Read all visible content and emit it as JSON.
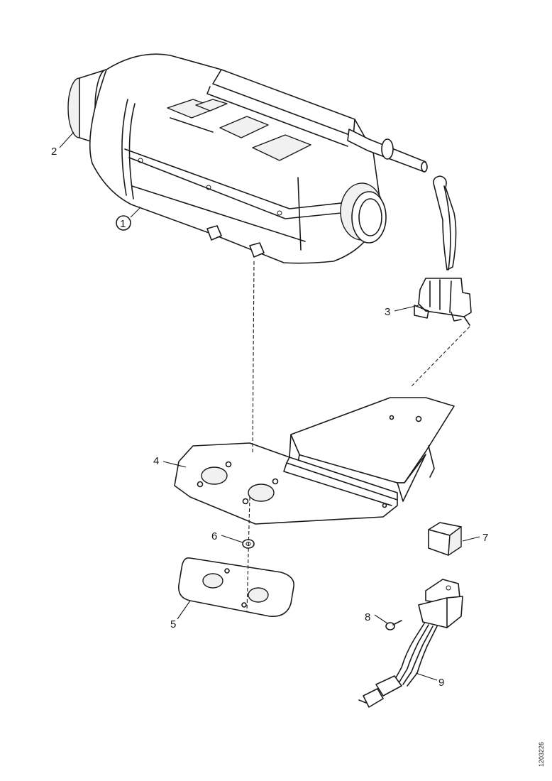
{
  "callouts": {
    "c1": "1",
    "c2": "2",
    "c3": "3",
    "c4": "4",
    "c5": "5",
    "c6": "6",
    "c7": "7",
    "c8": "8",
    "c9": "9"
  },
  "figure_code": "1203226"
}
